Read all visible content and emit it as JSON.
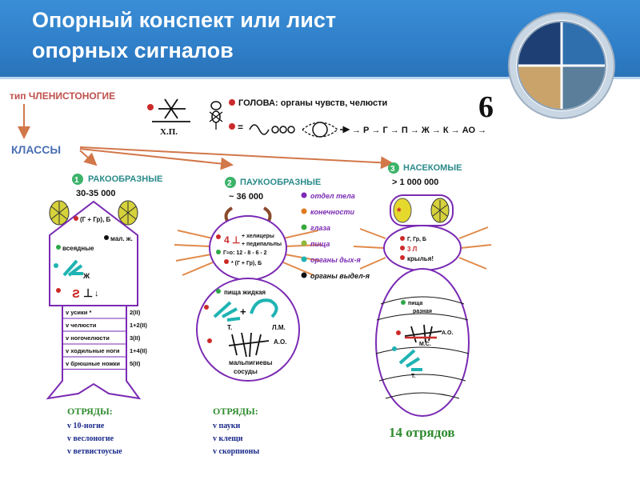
{
  "slide": {
    "title_line1": "Опорный конспект или лист",
    "title_line2": "опорных сигналов"
  },
  "diagram": {
    "page_number": "6",
    "type_label": "тип ЧЛЕНИСТОНОГИЕ",
    "xp_label": "Х.П.",
    "head_label": "ГОЛОВА: органы чувств, челюсти",
    "dev_chain": "→ Р → Г → П → Ж → К → АО →",
    "classes_label": "КЛАССЫ",
    "class1": {
      "num": "1",
      "name": "РАКООБРАЗНЫЕ",
      "count": "30-35 000",
      "gr_b": "(Г + Гр), Б",
      "mal_zh": "мал. ж.",
      "vsyadnye": "всеядные",
      "zh": "Ж",
      "limbs": [
        {
          "name": "v усики *",
          "num": "2(II)"
        },
        {
          "name": "v челюсти",
          "num": "1+2(II)"
        },
        {
          "name": "v ногочелюсти",
          "num": "3(II)"
        },
        {
          "name": "v ходильные ноги",
          "num": "1+4(II)"
        },
        {
          "name": "v брюшные ножки",
          "num": "5(II)"
        }
      ],
      "orders_title": "ОТРЯДЫ:",
      "orders": [
        "v 10-ногие",
        "v веслоногие",
        "v ветвистоусые"
      ]
    },
    "class2": {
      "num": "2",
      "name": "ПАУКООБРАЗНЫЕ",
      "count": "~ 36 000",
      "ceph_notes": [
        "+ хелицеры",
        "+ педипальпы",
        "Г≈о: 12 - 8 - 6 - 2",
        "* (Г + Гр), Б"
      ],
      "legend": [
        {
          "label": "отдел тела",
          "color": "#7a2ab3"
        },
        {
          "label": "конечности",
          "color": "#e07a20"
        },
        {
          "label": "глаза",
          "color": "#39a83f"
        },
        {
          "label": "пища",
          "color": "#8db83a"
        },
        {
          "label": "органы дых-я",
          "color": "#1fb3b3"
        },
        {
          "label": "органы выдел-я",
          "color": "#111111"
        }
      ],
      "food": "пища жидкая",
      "t": "Т.",
      "lm": "Л.М.",
      "ao": "А.О.",
      "malp": "мальпигиевы",
      "sosudy": "сосуды",
      "orders_title": "ОТРЯДЫ:",
      "orders": [
        "v пауки",
        "v клещи",
        "v скорпионы"
      ]
    },
    "class3": {
      "num": "3",
      "name": "НАСЕКОМЫЕ",
      "count": "> 1 000 000",
      "gr_b": "Г, Гр, Б",
      "three_j": "3 Л",
      "wings": "крылья!",
      "food": "пища",
      "food2": "разная",
      "ao": "А.О.",
      "ms": "М.С.",
      "t": "Т.",
      "orders_count": "14 отрядов"
    }
  },
  "colors": {
    "header": "#2f7fc9",
    "purple": "#7a2ab3",
    "red": "#cc2a2a",
    "green": "#2ea84a",
    "teal": "#1fb3b3",
    "orange": "#e07a20",
    "navy": "#1a2a8a"
  }
}
